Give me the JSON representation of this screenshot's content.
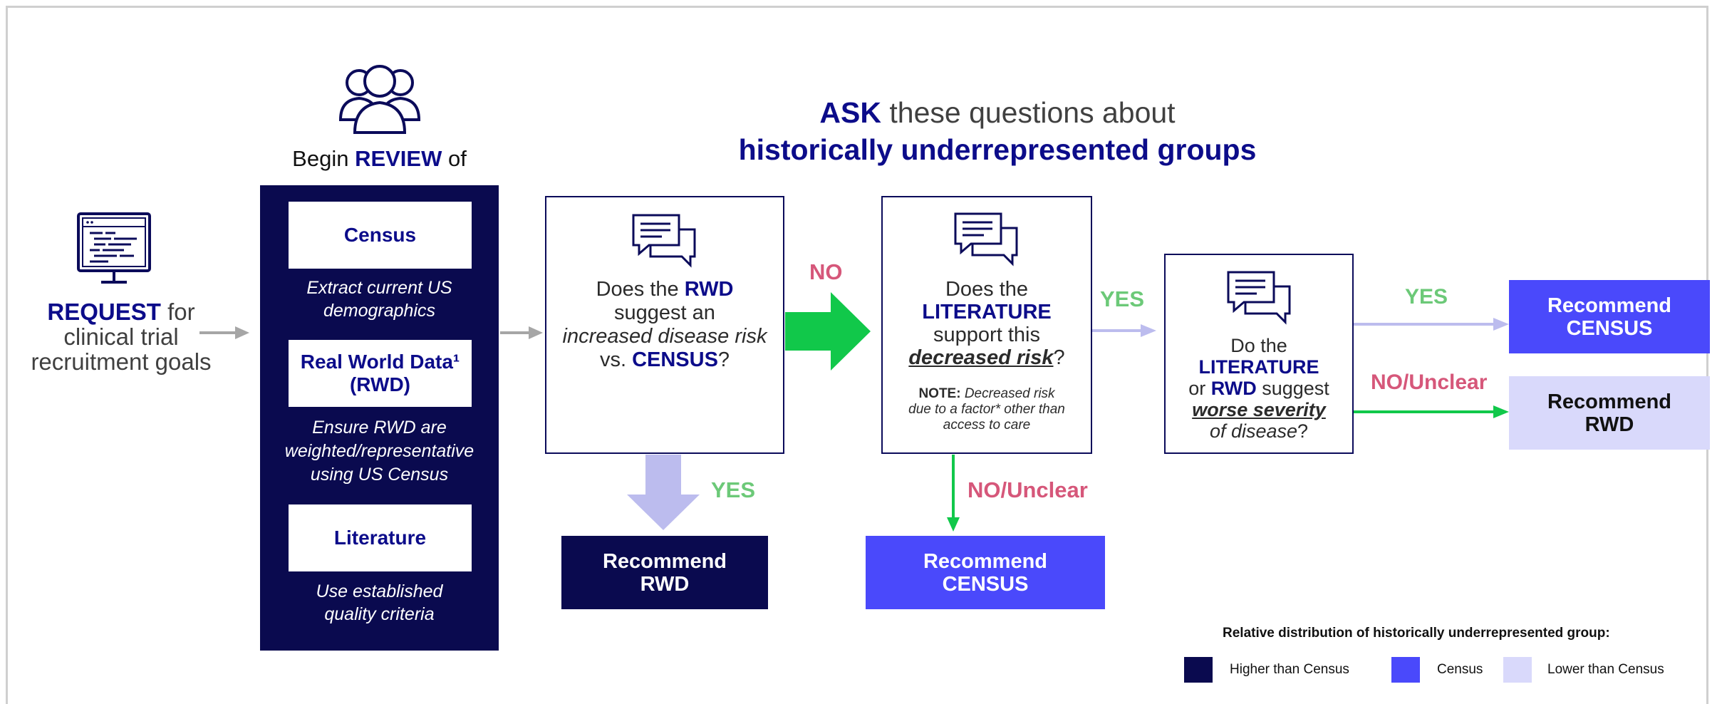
{
  "colors": {
    "navy_dark": "#0a0a4f",
    "census_blue": "#4a49fb",
    "light_lavender": "#d9d9fb",
    "text_navy": "#0c0c8a",
    "yes_green": "#6cc978",
    "no_red": "#d6577a",
    "arrow_green": "#11c84a",
    "arrow_lavender": "#bcbcee",
    "arrow_gray": "#a6a6a6"
  },
  "request": {
    "icon": "monitor-code-icon",
    "keyword": "REQUEST",
    "rest": " for",
    "line2": "clinical trial",
    "line3": "recruitment goals"
  },
  "review": {
    "icon": "group-users-icon",
    "prefix": "Begin ",
    "keyword": "REVIEW",
    "suffix": " of",
    "sources": [
      {
        "label": "Census",
        "note_lines": [
          "Extract current US",
          "demographics"
        ]
      },
      {
        "label_line1": "Real World Data¹",
        "label_line2": "(RWD)",
        "note_lines": [
          "Ensure RWD are",
          "weighted/representative",
          "using US Census"
        ]
      },
      {
        "label": "Literature",
        "note_lines": [
          "Use established",
          "quality criteria"
        ]
      }
    ]
  },
  "heading": {
    "keyword": "ASK",
    "rest": " these questions about",
    "line2": "historically underrepresented groups"
  },
  "q1": {
    "icon": "chat-bubbles-icon",
    "l1a": "Does the ",
    "l1b": "RWD",
    "l2": "suggest an",
    "l3": "increased disease risk",
    "l4a": "vs. ",
    "l4b": "CENSUS",
    "l4c": "?"
  },
  "q2": {
    "icon": "chat-bubbles-icon",
    "l1": "Does the",
    "l2": "LITERATURE",
    "l3": "support this",
    "l4a": "decreased risk",
    "l4b": "?",
    "note_label": "NOTE:",
    "note_l1": " Decreased risk",
    "note_l2": "due to a factor* other than",
    "note_l3": "access to care"
  },
  "q3": {
    "icon": "chat-bubbles-icon",
    "l1": "Do the",
    "l2": "LITERATURE",
    "l3a": "or ",
    "l3b": "RWD",
    "l3c": " suggest",
    "l4": "worse severity",
    "l5a": "of disease",
    "l5b": "?"
  },
  "labels": {
    "no": "NO",
    "yes_q1": "YES",
    "yes_q2": "YES",
    "yes_q3": "YES",
    "no_unclear_q2": "NO/Unclear",
    "no_unclear_q3": "NO/Unclear"
  },
  "recommendations": {
    "rwd_q1": [
      "Recommend",
      "RWD"
    ],
    "census_q2": [
      "Recommend",
      "CENSUS"
    ],
    "census_q3": [
      "Recommend",
      "CENSUS"
    ],
    "rwd_q3": [
      "Recommend",
      "RWD"
    ]
  },
  "legend": {
    "title": "Relative distribution of historically underrepresented group:",
    "items": [
      {
        "label": "Higher than Census",
        "color": "#0a0a4f"
      },
      {
        "label": "Census",
        "color": "#4a49fb"
      },
      {
        "label": "Lower than Census",
        "color": "#d9d9fb"
      }
    ]
  }
}
